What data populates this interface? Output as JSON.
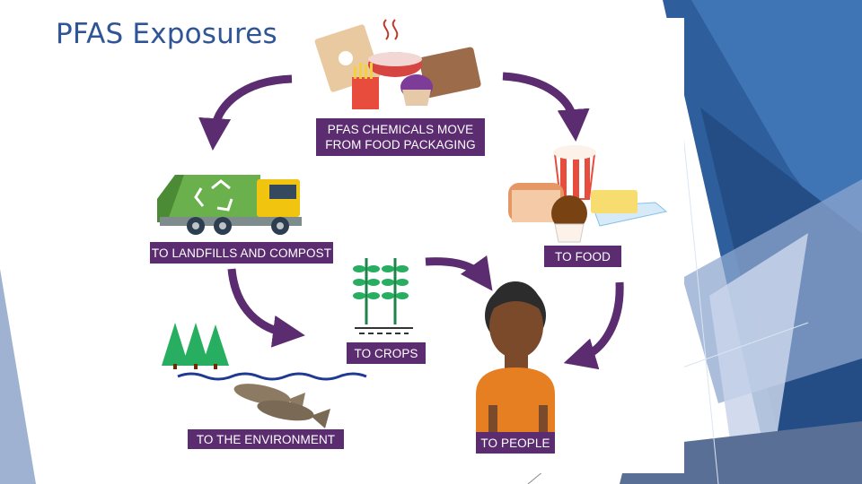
{
  "slide": {
    "title": "PFAS Exposures"
  },
  "diagram": {
    "labels": {
      "packaging": "PFAS CHEMICALS MOVE\nFROM FOOD PACKAGING",
      "landfills": "TO LANDFILLS AND COMPOST",
      "food": "TO FOOD",
      "crops": "TO CROPS",
      "environment": "TO THE ENVIRONMENT",
      "people": "TO PEOPLE"
    },
    "label_color": "#5b2c6f",
    "arrow_color": "#5b2c6f",
    "title_color": "#2f5597",
    "icons": [
      "food-packaging-icon",
      "garbage-truck-icon",
      "recycle-icon",
      "food-icon",
      "crops-icon",
      "trees-icon",
      "fish-icon",
      "person-icon"
    ]
  }
}
